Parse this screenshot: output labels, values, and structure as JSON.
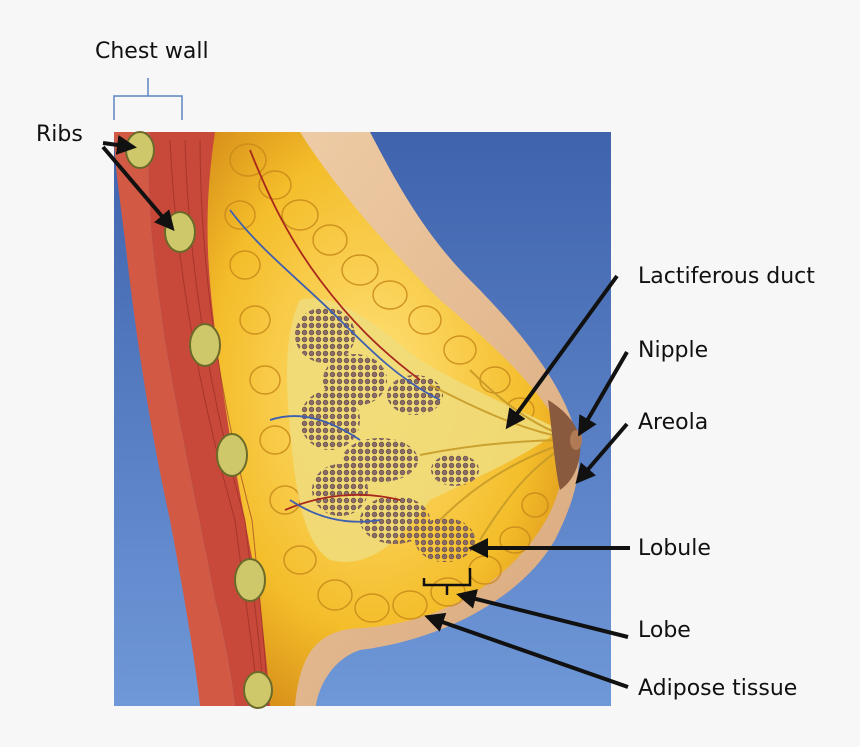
{
  "labels": {
    "chest_wall": "Chest wall",
    "ribs": "Ribs",
    "lactiferous_duct": "Lactiferous duct",
    "nipple": "Nipple",
    "areola": "Areola",
    "lobule": "Lobule",
    "lobe": "Lobe",
    "adipose_tissue": "Adipose tissue"
  },
  "colors": {
    "background": "#f7f7f7",
    "sky_top": "#3f63ad",
    "sky_bottom": "#6f98d8",
    "chest_wall_bracket": "#5b86c4",
    "arrow": "#111111",
    "muscle": "#c8493a",
    "fat": "#f2c230",
    "lobule": "#9a7f7a",
    "skin": "#e9c29a"
  }
}
